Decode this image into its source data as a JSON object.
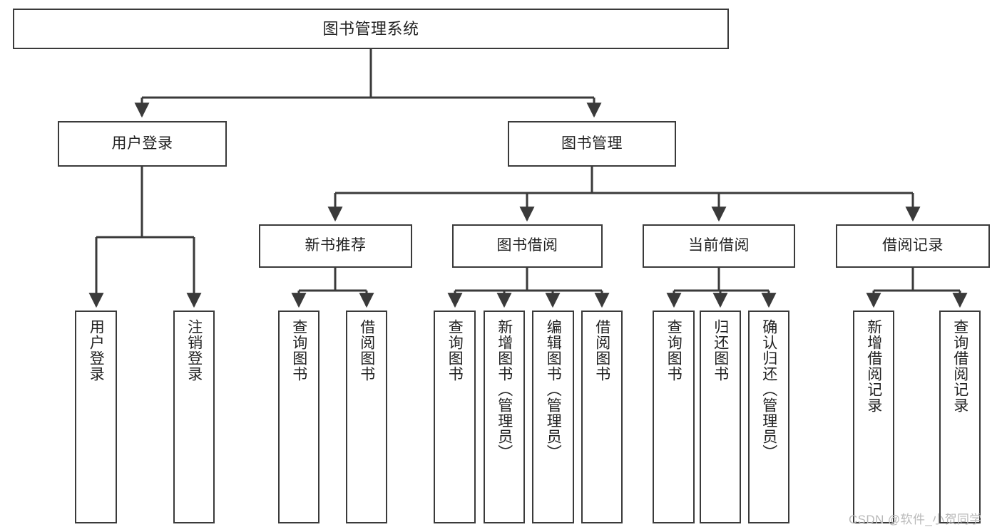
{
  "diagram": {
    "title": "图书管理系统",
    "type": "functional-structure-tree",
    "line_color": "#3a3a3a",
    "box_fill": "#ffffff",
    "text_color": "#222222"
  },
  "nodes": {
    "root": {
      "label": "图书管理系统"
    },
    "level2": [
      {
        "id": "user-login",
        "label": "用户登录"
      },
      {
        "id": "book-manage",
        "label": "图书管理"
      }
    ],
    "level3": [
      {
        "id": "new-book-recommend",
        "label": "新书推荐"
      },
      {
        "id": "book-borrow",
        "label": "图书借阅"
      },
      {
        "id": "current-borrow",
        "label": "当前借阅"
      },
      {
        "id": "borrow-record",
        "label": "借阅记录"
      }
    ],
    "leaves": {
      "user_login": [
        {
          "id": "leaf-user-login",
          "label": "用户登录"
        },
        {
          "id": "leaf-logout-login",
          "label": "注销登录"
        }
      ],
      "new_book_recommend": [
        {
          "id": "leaf-query-book-1",
          "label": "查询图书"
        },
        {
          "id": "leaf-borrow-book-1",
          "label": "借阅图书"
        }
      ],
      "book_borrow": [
        {
          "id": "leaf-query-book-2",
          "label": "查询图书"
        },
        {
          "id": "leaf-add-book",
          "label": "新增图书（管理员）"
        },
        {
          "id": "leaf-edit-book",
          "label": "编辑图书（管理员）"
        },
        {
          "id": "leaf-borrow-book-2",
          "label": "借阅图书"
        }
      ],
      "current_borrow": [
        {
          "id": "leaf-query-book-3",
          "label": "查询图书"
        },
        {
          "id": "leaf-return-book",
          "label": "归还图书"
        },
        {
          "id": "leaf-confirm-return",
          "label": "确认归还（管理员）"
        }
      ],
      "borrow_record": [
        {
          "id": "leaf-add-record",
          "label": "新增借阅记录"
        },
        {
          "id": "leaf-query-record",
          "label": "查询借阅记录"
        }
      ]
    }
  },
  "watermark": {
    "text": "CSDN @软件_小贺同学"
  }
}
